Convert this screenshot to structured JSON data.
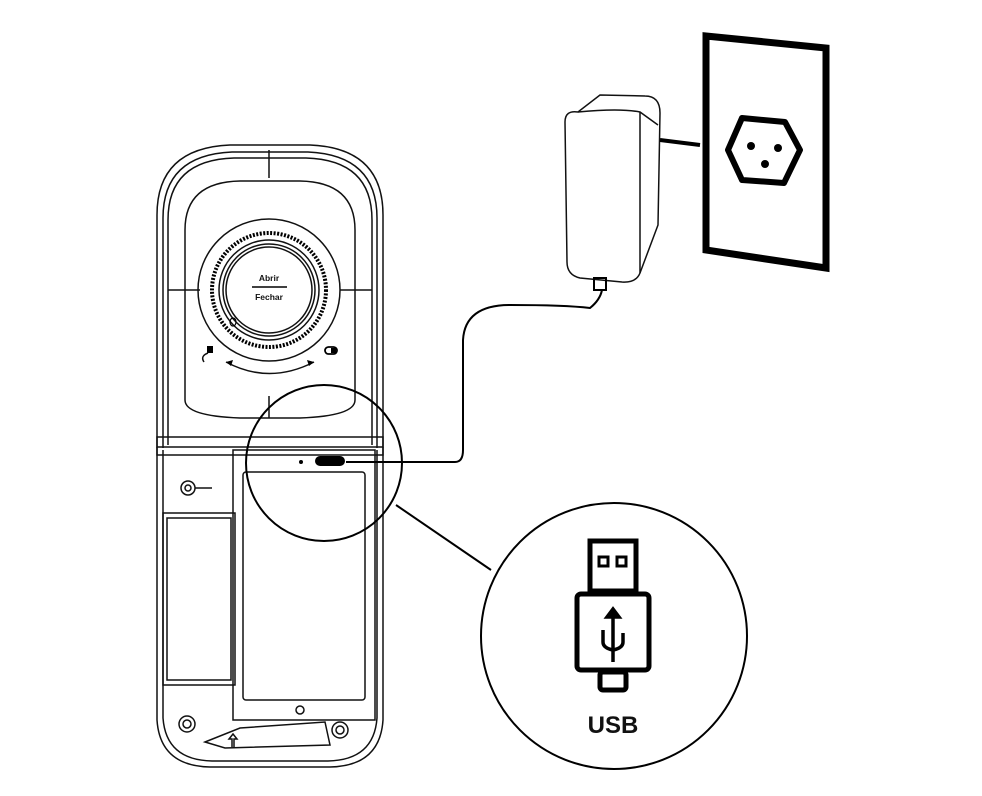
{
  "lock": {
    "open_label": "Abrir",
    "close_label": "Fechar"
  },
  "usb": {
    "label": "USB"
  }
}
